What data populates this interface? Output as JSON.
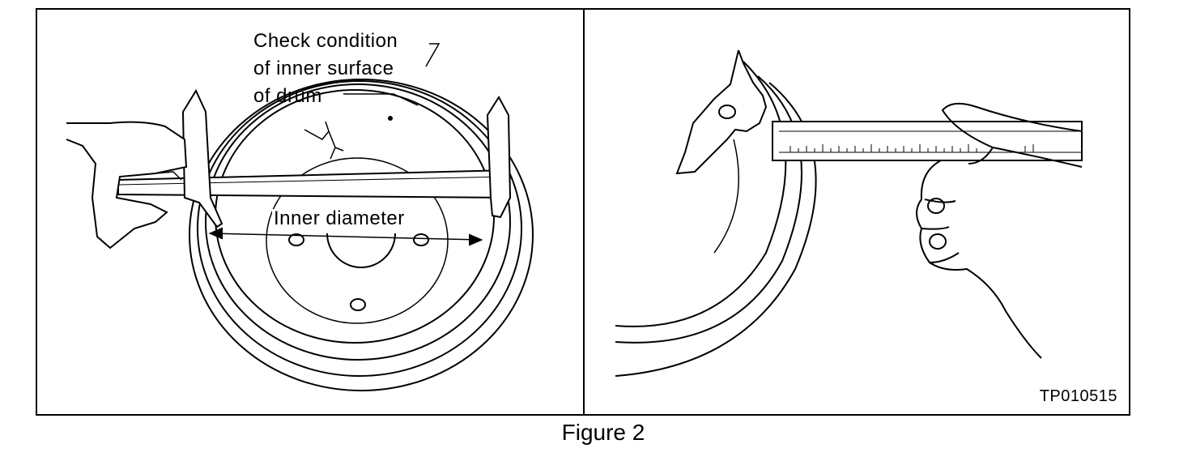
{
  "figure": {
    "caption": "Figure 2",
    "code": "TP010515"
  },
  "left_panel": {
    "label_check": [
      "Check condition",
      "of inner surface",
      "of drum"
    ],
    "label_inner_diameter": "Inner diameter"
  }
}
